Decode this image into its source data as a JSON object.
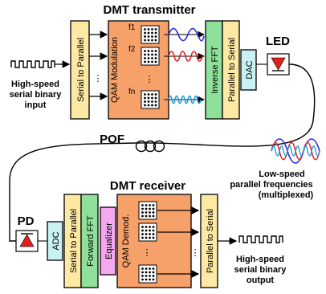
{
  "transmitter": {
    "title": "DMT transmitter",
    "blocks": [
      "Serial to Parallel",
      "QAM Modulation",
      "Inverse FFT",
      "Parallel to Serial",
      "DAC"
    ],
    "channel_labels": [
      "f1",
      "f2",
      "fn"
    ]
  },
  "receiver": {
    "title": "DMT receiver",
    "blocks": [
      "ADC",
      "Serial to Parallel",
      "Forward FFT",
      "Equalizer",
      "QAM Demod.",
      "Parallel to Serial"
    ]
  },
  "labels": {
    "led": "LED",
    "pof": "POF",
    "pd": "PD",
    "input_lines": [
      "High-speed",
      "serial binary",
      "input"
    ],
    "output_lines": [
      "High-speed",
      "serial binary",
      "output"
    ],
    "parallel_freq_lines": [
      "Low-speed",
      "parallel frequencies",
      "(multiplexed)"
    ]
  },
  "colors": {
    "serial_block": "#fde9a3",
    "qam_block": "#f6a06a",
    "fft_block": "#8fe09a",
    "dac_block": "#c9f0f3",
    "equalizer_block": "#f5a7f0",
    "diode": "#e02020",
    "wave_blue": "#2a2ad8",
    "wave_red": "#e02020",
    "wave_cyan": "#1e9ad6"
  }
}
